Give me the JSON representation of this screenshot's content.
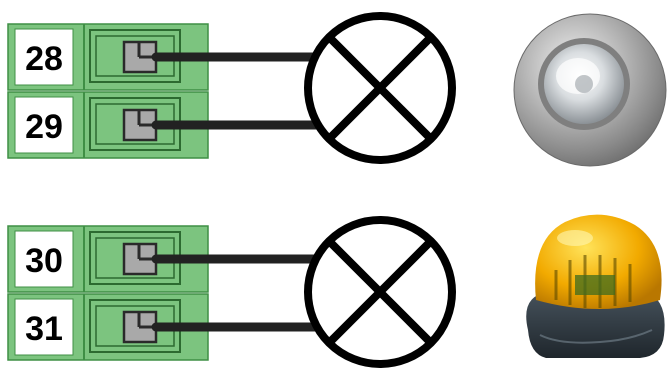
{
  "groups": [
    {
      "terminals": [
        {
          "number": "28"
        },
        {
          "number": "29"
        }
      ],
      "symbol_icon": "lamp-symbol-icon",
      "device_icon": "recessed-led-spotlight-icon"
    },
    {
      "terminals": [
        {
          "number": "30"
        },
        {
          "number": "31"
        }
      ],
      "symbol_icon": "lamp-symbol-icon",
      "device_icon": "yellow-flashing-beacon-icon"
    }
  ],
  "colors": {
    "terminal_green": "#7CC47F",
    "terminal_dark_green": "#3F8F45",
    "wire": "#222222",
    "screw": "#A9A9A9",
    "beacon_yellow": "#F5B400",
    "beacon_base": "#2F3B45",
    "spotlight_metal": "#A6A6A6"
  }
}
